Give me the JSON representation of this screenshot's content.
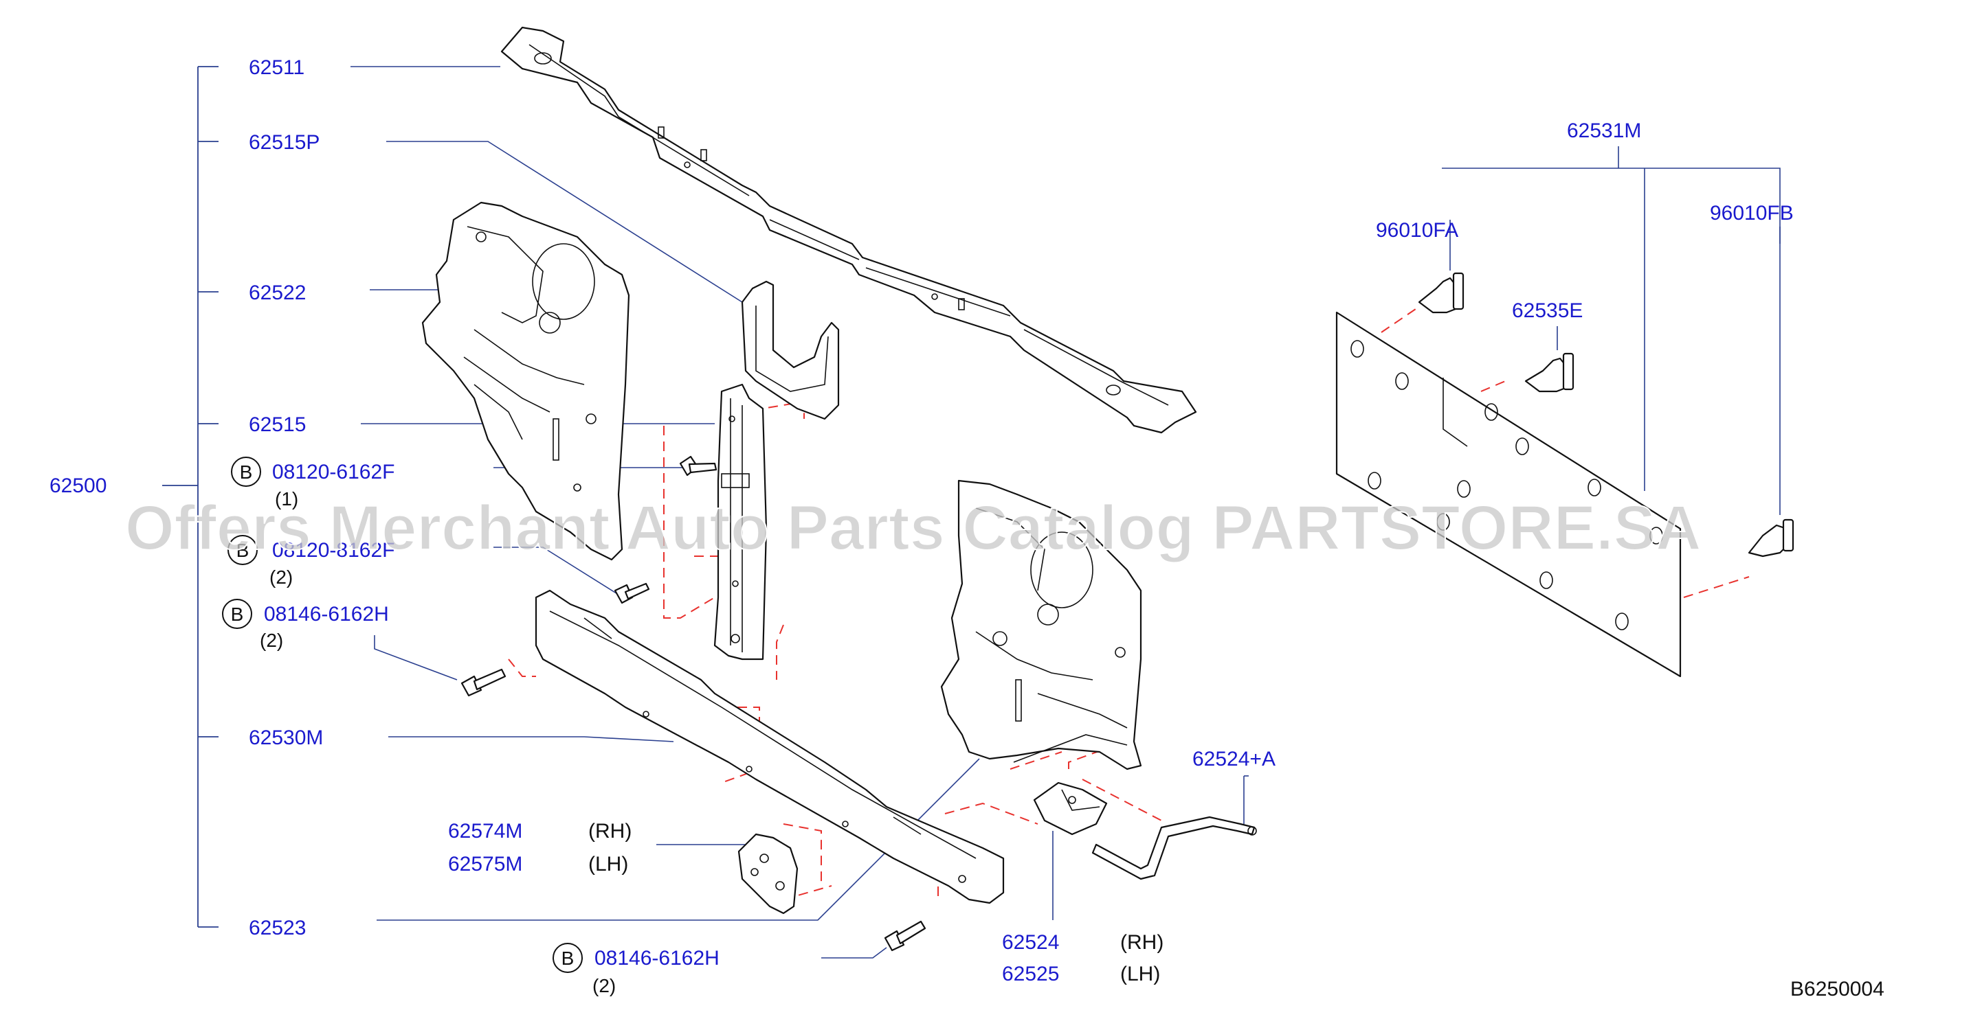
{
  "labels": {
    "assembly": "62500",
    "p62511": "62511",
    "p62515P": "62515P",
    "p62522": "62522",
    "p62515": "62515",
    "bolt1_no": "08120-6162F",
    "bolt1_qty": "(1)",
    "bolt2_no": "08120-8162F",
    "bolt2_qty": "(2)",
    "bolt3_no": "08146-6162H",
    "bolt3_qty": "(2)",
    "p62530M": "62530M",
    "p62574M": "62574M",
    "p62574M_side": "(RH)",
    "p62575M": "62575M",
    "p62575M_side": "(LH)",
    "p62523": "62523",
    "bolt4_no": "08146-6162H",
    "bolt4_qty": "(2)",
    "p62524": "62524",
    "p62524_side": "(RH)",
    "p62525": "62525",
    "p62525_side": "(LH)",
    "p62524A": "62524+A",
    "p62531M": "62531M",
    "p96010FA": "96010FA",
    "p96010FB": "96010FB",
    "p62535E": "62535E",
    "bolt_marker": "B"
  },
  "watermark": "Offers Merchant Auto Parts Catalog PARTSTORE.SA",
  "diagram_code": "B6250004",
  "colors": {
    "part_number": "#1a1acd",
    "leader_line": "#2a3f8f",
    "hidden_line": "#e8322e",
    "outline": "#111111"
  }
}
